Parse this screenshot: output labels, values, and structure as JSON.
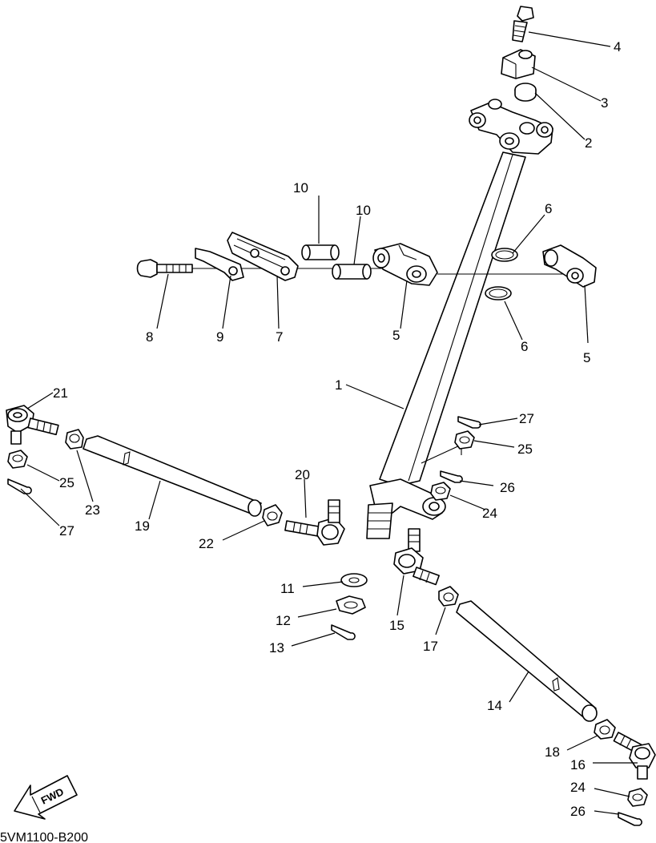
{
  "drawing_code": "5VM1100-B200",
  "fwd_label": "FWD",
  "callouts": [
    {
      "id": "c4",
      "text": "4"
    },
    {
      "id": "c3",
      "text": "3"
    },
    {
      "id": "c2",
      "text": "2"
    },
    {
      "id": "c10a",
      "text": "10"
    },
    {
      "id": "c10b",
      "text": "10"
    },
    {
      "id": "c6a",
      "text": "6"
    },
    {
      "id": "c8",
      "text": "8"
    },
    {
      "id": "c9",
      "text": "9"
    },
    {
      "id": "c7",
      "text": "7"
    },
    {
      "id": "c5a",
      "text": "5"
    },
    {
      "id": "c6b",
      "text": "6"
    },
    {
      "id": "c5b",
      "text": "5"
    },
    {
      "id": "c1",
      "text": "1"
    },
    {
      "id": "c21",
      "text": "21"
    },
    {
      "id": "c27a",
      "text": "27"
    },
    {
      "id": "c25a",
      "text": "25"
    },
    {
      "id": "c25b",
      "text": "25"
    },
    {
      "id": "c23",
      "text": "23"
    },
    {
      "id": "c27b",
      "text": "27"
    },
    {
      "id": "c19",
      "text": "19"
    },
    {
      "id": "c20",
      "text": "20"
    },
    {
      "id": "c26a",
      "text": "26"
    },
    {
      "id": "c24a",
      "text": "24"
    },
    {
      "id": "c22",
      "text": "22"
    },
    {
      "id": "c11",
      "text": "11"
    },
    {
      "id": "c12",
      "text": "12"
    },
    {
      "id": "c15",
      "text": "15"
    },
    {
      "id": "c17",
      "text": "17"
    },
    {
      "id": "c13",
      "text": "13"
    },
    {
      "id": "c14",
      "text": "14"
    },
    {
      "id": "c18",
      "text": "18"
    },
    {
      "id": "c16",
      "text": "16"
    },
    {
      "id": "c24b",
      "text": "24"
    },
    {
      "id": "c26b",
      "text": "26"
    }
  ]
}
